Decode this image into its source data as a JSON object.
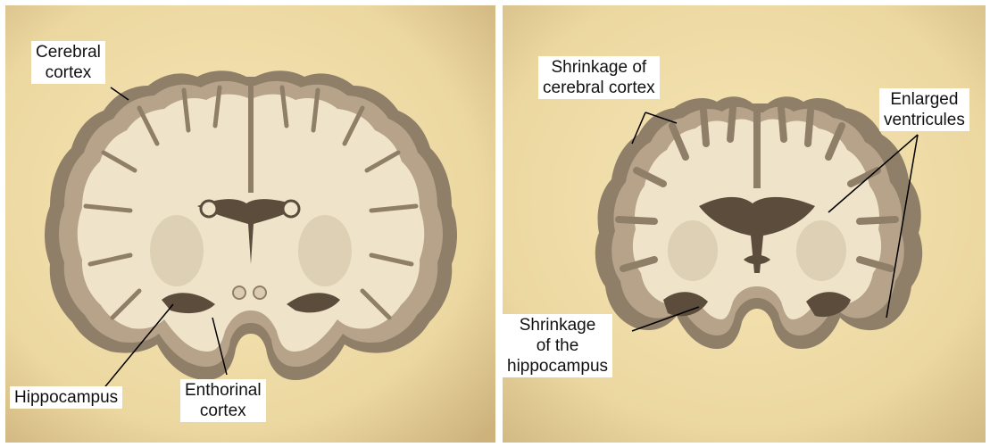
{
  "colors": {
    "background": "#f1deaa",
    "cortex_outer": "#8f7f69",
    "grey_matter": "#b7a28a",
    "white_matter": "#efe3c9",
    "ventricle": "#5c4c3c",
    "leader_line": "#000000",
    "label_bg": "#ffffff"
  },
  "panels": {
    "healthy": {
      "labels": {
        "cerebral_cortex": "Cerebral\ncortex",
        "hippocampus": "Hippocampus",
        "entorhinal_cortex": "Enthorinal\ncortex"
      }
    },
    "alzheimers": {
      "labels": {
        "shrinkage_cortex": "Shrinkage of\ncerebral cortex",
        "enlarged_ventricles": "Enlarged\nventricules",
        "shrinkage_hippocampus": "Shrinkage\nof the\nhippocampus"
      }
    }
  }
}
